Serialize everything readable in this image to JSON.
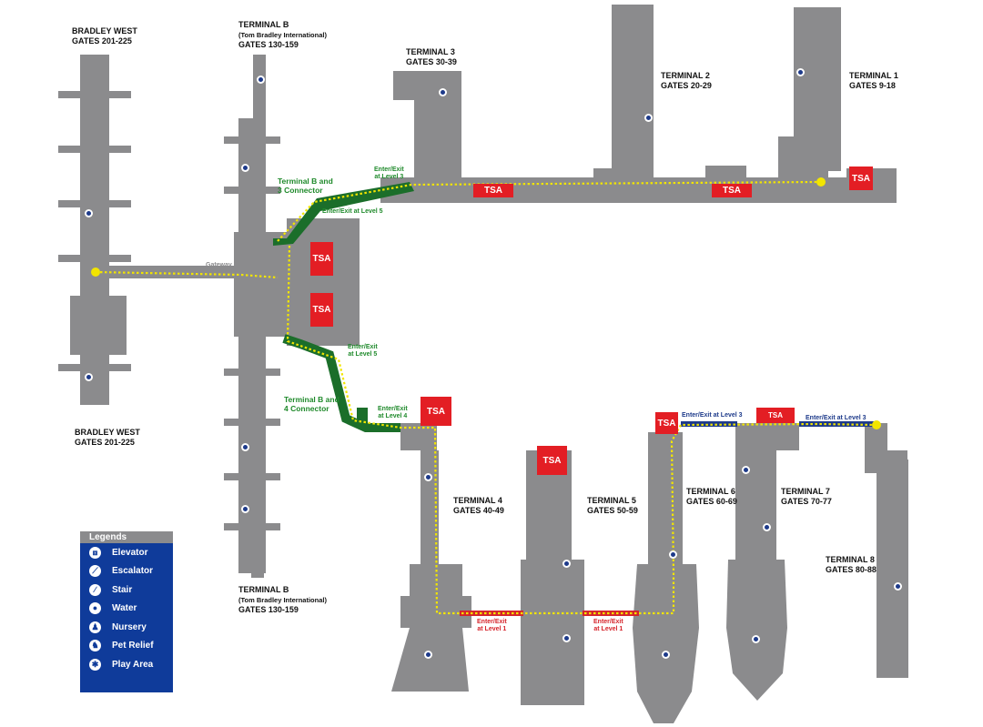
{
  "terminals": {
    "bradley_west_top": {
      "name": "BRADLEY WEST",
      "gates": "GATES 201-225"
    },
    "bradley_west_bottom": {
      "name": "BRADLEY WEST",
      "gates": "GATES 201-225"
    },
    "tb_top": {
      "name": "TERMINAL B",
      "sub": "(Tom Bradley International)",
      "gates": "GATES 130-159"
    },
    "tb_bottom": {
      "name": "TERMINAL B",
      "sub": "(Tom Bradley International)",
      "gates": "GATES 130-159"
    },
    "t3": {
      "name": "TERMINAL 3",
      "gates": "GATES 30-39"
    },
    "t2": {
      "name": "TERMINAL 2",
      "gates": "GATES 20-29"
    },
    "t1": {
      "name": "TERMINAL 1",
      "gates": "GATES 9-18"
    },
    "t4": {
      "name": "TERMINAL 4",
      "gates": "GATES 40-49"
    },
    "t5": {
      "name": "TERMINAL 5",
      "gates": "GATES 50-59"
    },
    "t6": {
      "name": "TERMINAL 6",
      "gates": "GATES 60-69"
    },
    "t7": {
      "name": "TERMINAL 7",
      "gates": "GATES 70-77"
    },
    "t8": {
      "name": "TERMINAL 8",
      "gates": "GATES 80-88"
    }
  },
  "checkpoints": {
    "label": "TSA"
  },
  "connectors": {
    "b3": "Terminal B and\n3 Connector",
    "b4": "Terminal B and\n4 Connector"
  },
  "notes": {
    "gateway": "Gateway",
    "exit_l3_t3": "Enter/Exit\nat Level 3",
    "exit_l5_top": "Enter/Exit at Level 5",
    "exit_l5_mid": "Enter/Exit\nat Level 5",
    "exit_l4": "Enter/Exit\nat Level 4",
    "exit_l3_t6": "Enter/Exit at Level 3",
    "exit_l3_t8": "Enter/Exit at Level 3",
    "exit_l1_a": "Enter/Exit\nat Level 1",
    "exit_l1_b": "Enter/Exit\nat Level 1"
  },
  "legend": {
    "title": "Legends",
    "items": [
      {
        "label": "Elevator",
        "icon": "elevator-icon",
        "glyph": "⧈"
      },
      {
        "label": "Escalator",
        "icon": "escalator-icon",
        "glyph": "⟋"
      },
      {
        "label": "Stair",
        "icon": "stair-icon",
        "glyph": "∕"
      },
      {
        "label": "Water",
        "icon": "water-icon",
        "glyph": "●"
      },
      {
        "label": "Nursery",
        "icon": "nursery-icon",
        "glyph": "♟"
      },
      {
        "label": "Pet Relief",
        "icon": "pet-relief-icon",
        "glyph": "♞"
      },
      {
        "label": "Play Area",
        "icon": "play-area-icon",
        "glyph": "✱"
      }
    ]
  },
  "colors": {
    "building": "#8b8b8d",
    "walkway": "#f2e500",
    "tsa": "#e31e24",
    "connector": "#1b6e2a",
    "level1": "#d5232a",
    "level3": "#1d3a8a",
    "legend": "#0f3b9a"
  }
}
